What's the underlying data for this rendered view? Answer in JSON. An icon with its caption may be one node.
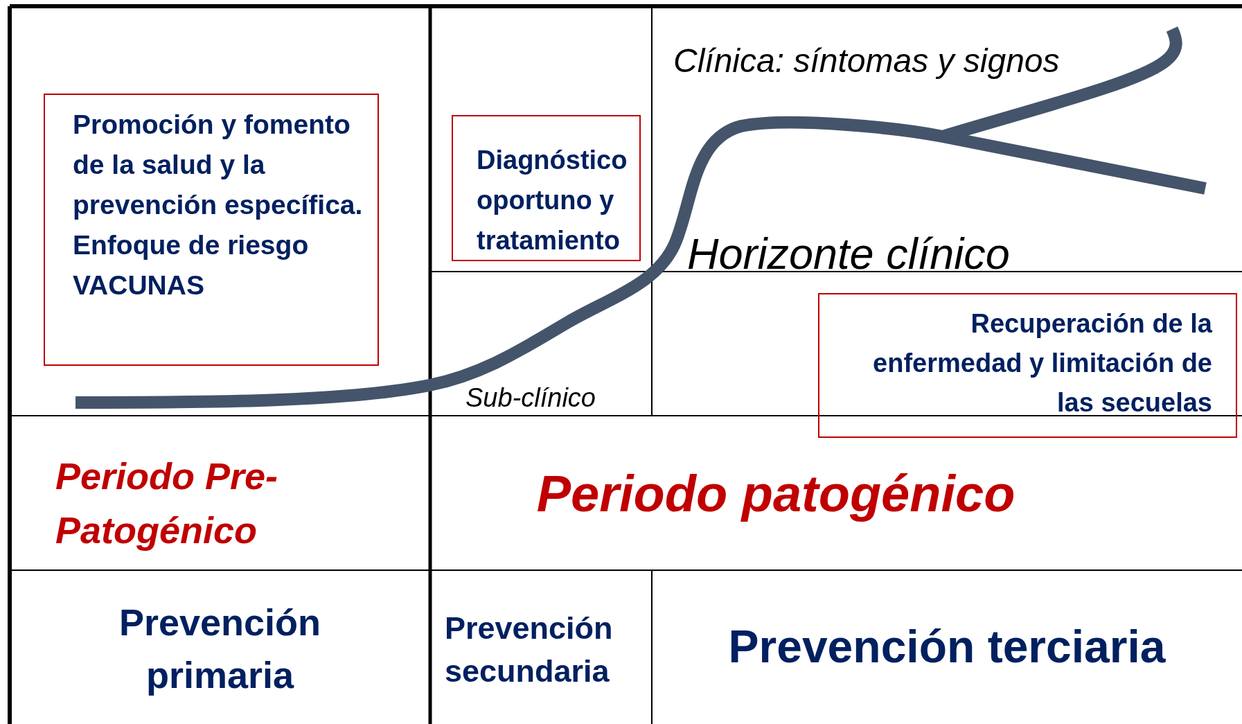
{
  "diagram": {
    "nodes": [
      {
        "text": [
          "Promoción y fomento de la salud y la prevención específica.",
          "Enfoque de riesgo",
          "VACUNAS"
        ]
      },
      {
        "text": [
          "Diagnóstico oportuno y tratamiento"
        ]
      },
      {
        "text": [
          "Recuperación de la enfermedad y limitación de las secuelas"
        ]
      }
    ],
    "labels": [
      "Clínica: síntomas y signos",
      "Horizonte clínico",
      "Sub-clínico",
      "Periodo Pre- Patogénico",
      "Periodo patogénico",
      "Prevención primaria",
      "Prevención secundaria",
      "Prevención terciaria"
    ]
  }
}
